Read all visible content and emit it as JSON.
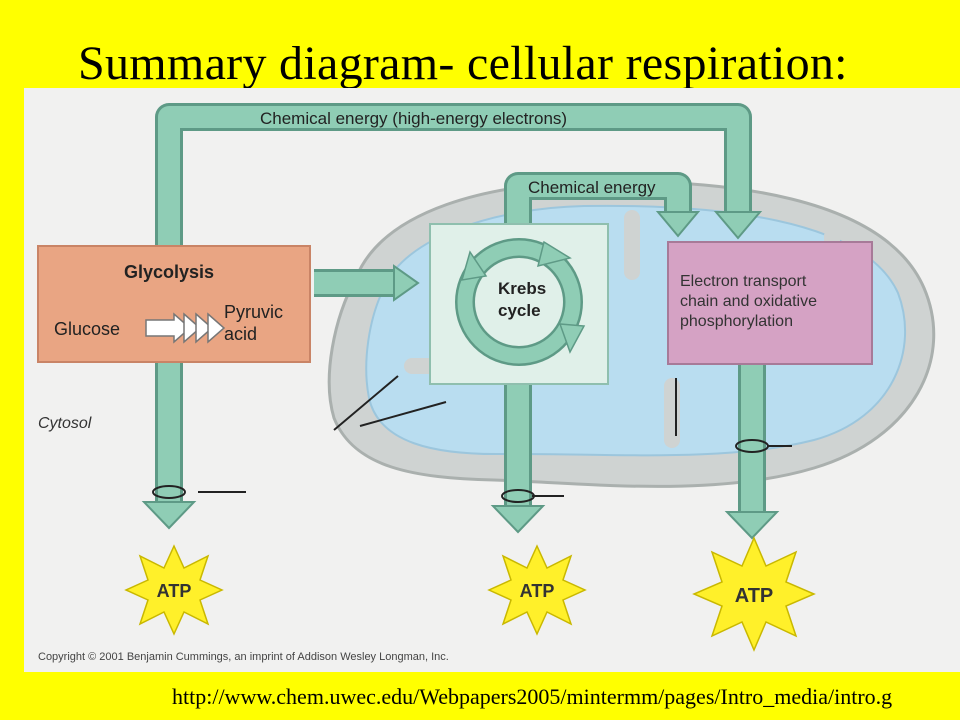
{
  "slide": {
    "title": "Summary diagram- cellular respiration:",
    "source_url": "http://www.chem.uwec.edu/Webpapers2005/mintermm/pages/Intro_media/intro.g"
  },
  "diagram": {
    "top_arrow_label": "Chemical energy (high-energy electrons)",
    "middle_arrow_label": "Chemical energy",
    "glycolysis": {
      "title": "Glycolysis",
      "input": "Glucose",
      "output_line1": "Pyruvic",
      "output_line2": "acid"
    },
    "krebs": {
      "line1": "Krebs",
      "line2": "cycle"
    },
    "etc": {
      "line1": "Electron transport",
      "line2": "chain and oxidative",
      "line3": "phosphorylation"
    },
    "cytosol_label": "Cytosol",
    "atp_labels": [
      "ATP",
      "ATP",
      "ATP"
    ],
    "copyright": "Copyright © 2001 Benjamin Cummings, an imprint of Addison Wesley Longman, Inc."
  },
  "colors": {
    "background": "#ffff00",
    "arrow": "#8fcdb5",
    "arrow_stroke": "#5e9a86",
    "glycolysis_box": "#e9a583",
    "etc_box": "#d5a2c4",
    "mitochondrion": "#cfd3d2",
    "inner_membrane": "#b9ddf0",
    "atp_star": "#fff02a"
  }
}
